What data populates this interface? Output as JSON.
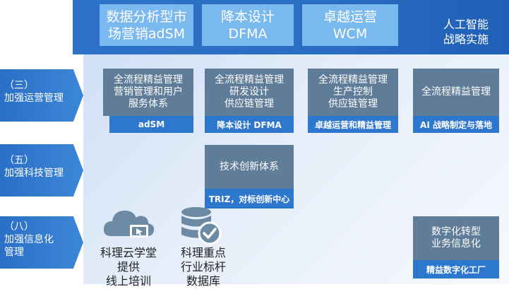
{
  "header": {
    "items": [
      {
        "line1": "数据分析型市",
        "line2": "场营销adSM"
      },
      {
        "line1": "降本设计",
        "line2": "DFMA"
      },
      {
        "line1": "卓越运营",
        "line2": "WCM"
      }
    ],
    "right_label": {
      "line1": "人工智能",
      "line2": "战略实施"
    }
  },
  "rows": [
    {
      "line1": "（三）",
      "line2": "加强运营管理"
    },
    {
      "line1": "（五）",
      "line2": "加强科技管理"
    },
    {
      "line1": "（八）",
      "line2": "加强信息化",
      "line3": "管理"
    }
  ],
  "boxes": {
    "b1": {
      "lines": [
        "全流程精益管理",
        "营销管理和用户",
        "服务体系"
      ],
      "bar": "adSM"
    },
    "b2": {
      "lines": [
        "全流程精益管理",
        "研发设计",
        "供应链管理"
      ],
      "bar": "降本设计 DFMA"
    },
    "b3": {
      "lines": [
        "全流程精益管理",
        "生产控制",
        "供应链管理"
      ],
      "bar": "卓越运营和精益管理"
    },
    "b4": {
      "lines": [
        "全流程精益管理"
      ],
      "bar": "AI 战略制定与落地"
    },
    "b5": {
      "lines": [
        "技术创新体系"
      ],
      "bar": "TRIZ，对标创新中心"
    },
    "b6": {
      "lines": [
        "数字化转型",
        "业务信息化"
      ],
      "bar": "精益数字化工厂"
    }
  },
  "bottom": {
    "cloud": {
      "lines": [
        "科理云学堂",
        "提供",
        "线上培训"
      ],
      "icon": "cloud-computer-icon"
    },
    "db": {
      "lines": [
        "科理重点",
        "行业标杆",
        "数据库"
      ],
      "icon": "database-check-icon"
    }
  },
  "colors": {
    "dark_blue": "#2d73c8",
    "light_blue": "#7ab8f0",
    "grey_box": "#5f7c98",
    "bar_blue": "#2d77cf"
  }
}
